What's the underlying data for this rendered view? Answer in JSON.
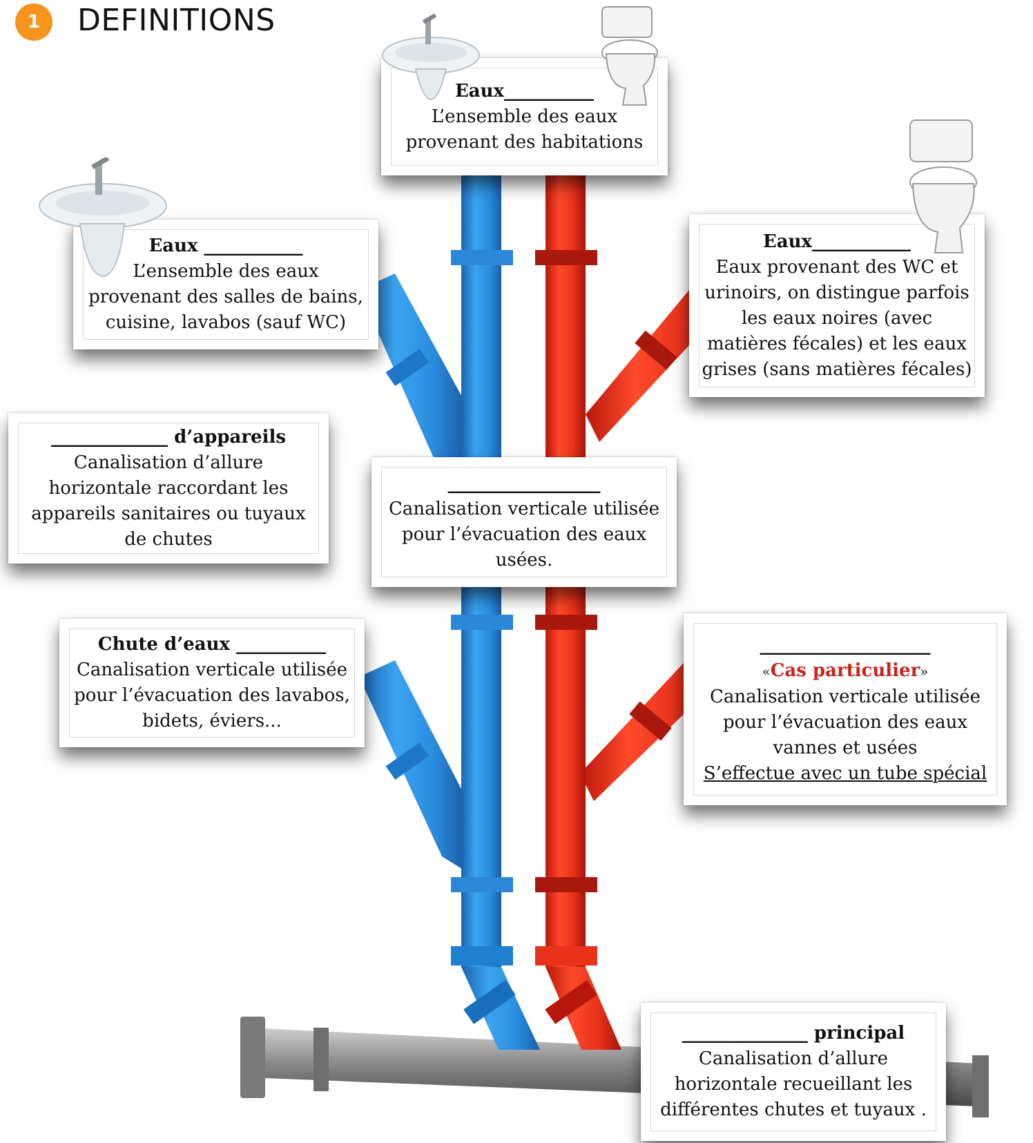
{
  "header": {
    "step_number": "1",
    "title": "DEFINITIONS"
  },
  "colors": {
    "blue_pipe": "#2a8ee0",
    "red_pipe": "#e8321a",
    "grey_pipe": "#8a8a8a",
    "badge": "#f7941d"
  },
  "cards": {
    "top": {
      "title": "Eaux__________",
      "text": "L’ensemble des eaux provenant des habitations"
    },
    "left1": {
      "title": "Eaux ___________",
      "text": "L’ensemble des eaux provenant des salles de bains, cuisine, lavabos  (sauf WC)"
    },
    "right1": {
      "title": "Eaux___________",
      "text": "Eaux provenant des WC et urinoirs, on distingue parfois les eaux noires (avec matières fécales) et les eaux grises (sans matières fécales)"
    },
    "left2": {
      "title": "_____________ d’appareils",
      "text": "Canalisation d’allure horizontale raccordant les appareils sanitaires ou tuyaux de chutes"
    },
    "center": {
      "title": "_________________",
      "text": "Canalisation verticale utilisée pour l’évacuation des eaux usées."
    },
    "left3": {
      "title": "Chute d’eaux __________",
      "text": "Canalisation verticale utilisée pour l’évacuation des lavabos, bidets, éviers..."
    },
    "right2": {
      "title": "___________________",
      "quote_open": "«",
      "special": "Cas particulier",
      "quote_close": "»",
      "text": "Canalisation verticale utilisée pour l’évacuation des eaux vannes et usées",
      "note": "S’effectue avec un tube spécial"
    },
    "bottom": {
      "title": "______________ principal",
      "text": "Canalisation d’allure horizontale recueillant les différentes chutes et tuyaux ."
    }
  },
  "icons": [
    "sink-icon",
    "toilet-icon"
  ]
}
